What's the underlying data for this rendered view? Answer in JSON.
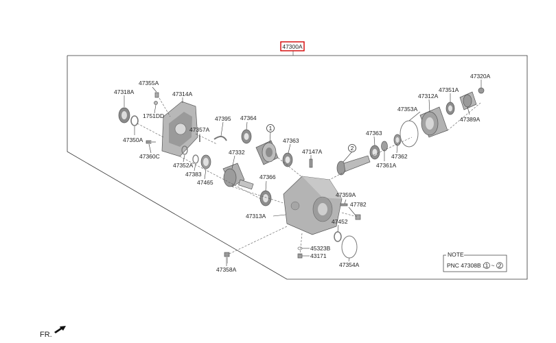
{
  "assembly_no": "47300A",
  "highlight_color": "#d40000",
  "labels": {
    "p47318A": "47318A",
    "p47355A": "47355A",
    "p47314A": "47314A",
    "p1751DD": "1751DD",
    "p47395": "47395",
    "p47357A": "47357A",
    "p47350A": "47350A",
    "p47360C": "47360C",
    "p47352A": "47352A",
    "p47383": "47383",
    "p47465": "47465",
    "p47332": "47332",
    "p47364": "47364",
    "p47363a": "47363",
    "p47147A": "47147A",
    "p47366": "47366",
    "p47363b": "47363",
    "p47361A": "47361A",
    "p47362": "47362",
    "p47353A": "47353A",
    "p47312A": "47312A",
    "p47351A": "47351A",
    "p47320A": "47320A",
    "p47389A": "47389A",
    "p47359A": "47359A",
    "p47782": "47782",
    "p47452": "47452",
    "p47313A": "47313A",
    "p45323B": "45323B",
    "p43171": "43171",
    "p47354A": "47354A",
    "p47358A": "47358A",
    "callout1": "1",
    "callout2": "2"
  },
  "note": {
    "title": "NOTE",
    "text": "PNC 47308B :",
    "from": "1",
    "sep": "~",
    "to": "2"
  },
  "direction_label": "FR."
}
